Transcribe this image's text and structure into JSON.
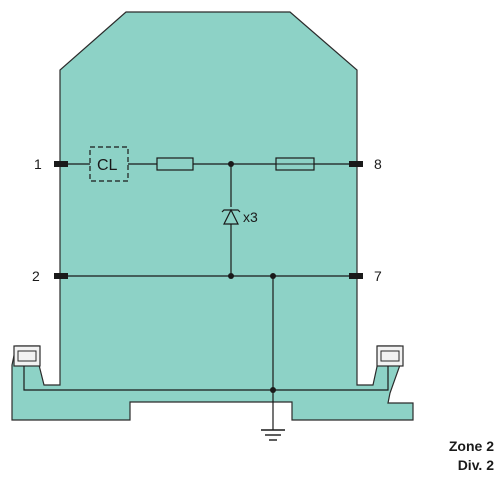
{
  "colors": {
    "housing_fill": "#8dd2c6",
    "housing_stroke": "#2b2b2b",
    "wire": "#1a1a1a",
    "clip_fill": "#f2f2f2"
  },
  "terminals": [
    {
      "id": "1",
      "label": "1"
    },
    {
      "id": "2",
      "label": "2"
    },
    {
      "id": "7",
      "label": "7"
    },
    {
      "id": "8",
      "label": "8"
    }
  ],
  "components": {
    "current_limiter_label": "CL",
    "diode_multiplier_label": "x3"
  },
  "icons": [
    "ground-icon",
    "zener-diode-icon",
    "resistor-icon",
    "fuse-icon",
    "mounting-clip-icon"
  ],
  "classification": {
    "zone": "Zone 2",
    "division": "Div. 2"
  }
}
